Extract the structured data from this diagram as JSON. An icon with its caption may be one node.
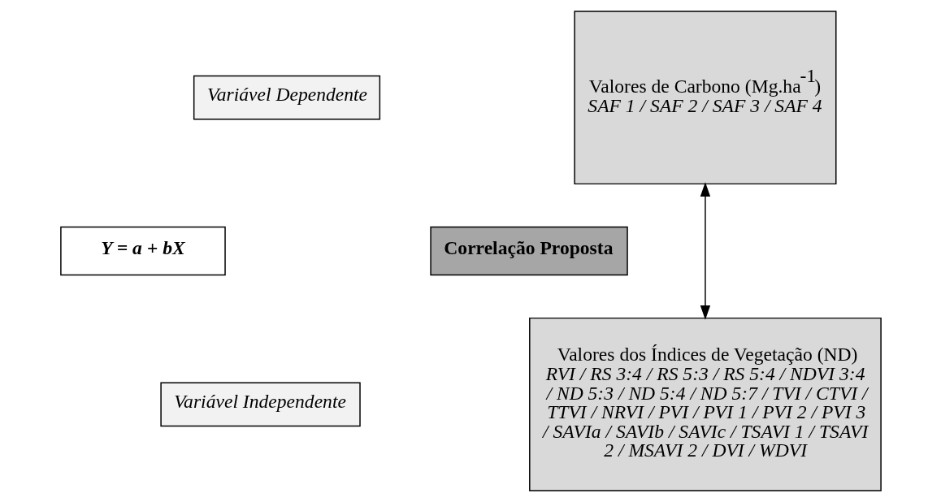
{
  "diagram": {
    "nodes": [
      {
        "text": [
          "Valores de Carbono (Mg.ha$^{-1}$)",
          "SAF 1 / SAF 2 / SAF 3 / SAF 4"
        ]
      },
      {
        "text": [
          "Variável Dependente"
        ]
      },
      {
        "text": [
          "Y = a + bX"
        ]
      },
      {
        "text": [
          "Correlação Proposta"
        ]
      },
      {
        "text": [
          "Variável Independente"
        ]
      },
      {
        "text": [
          "Valores dos Índices de Vegetação (ND)",
          "RVI / RS 3:4 / RS 5:3 / RS 5:4 / NDVI 3:4 / ND 5:3 / ND 5:4 / ND 5:7 / TVI / CTVI / TTVI / NRVI / PVI / PVI 1 / PVI 2 / PVI 3 / SAVIa / SAVIb / SAVIc / TSAVI 1 / TSAVI 2 / MSAVI 2 / DVI / WDVI"
        ]
      }
    ],
    "edges": [
      {
        "from": 0,
        "to": 5,
        "arrow": "both"
      }
    ]
  }
}
